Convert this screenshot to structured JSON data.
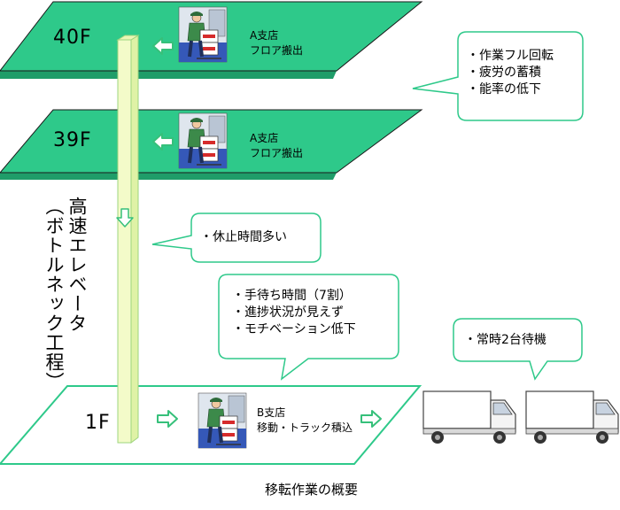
{
  "floors": [
    {
      "label": "40F",
      "branch": "A支店",
      "action": "フロア搬出"
    },
    {
      "label": "39F",
      "branch": "A支店",
      "action": "フロア搬出"
    },
    {
      "label": "1F",
      "branch": "B支店",
      "action": "移動・トラック積込"
    }
  ],
  "elevator": {
    "label_line1": "高速エレベータ",
    "label_line2": "（ボトルネック工程）"
  },
  "callouts": {
    "top": [
      "・作業フル回転",
      "・疲労の蓄積",
      "・能率の低下"
    ],
    "elevator": [
      "・休止時間多い"
    ],
    "ground": [
      "・手待ち時間（7割）",
      "・進捗状況が見えず",
      "・モチベーション低下"
    ],
    "trucks": [
      "・常時2台待機"
    ]
  },
  "caption": "移転作業の概要",
  "colors": {
    "floor_green": "#2ec98a",
    "elevator_fill": "#f3fbc9",
    "arrow_green": "#36c07a",
    "floor_white": "#ffffff"
  }
}
